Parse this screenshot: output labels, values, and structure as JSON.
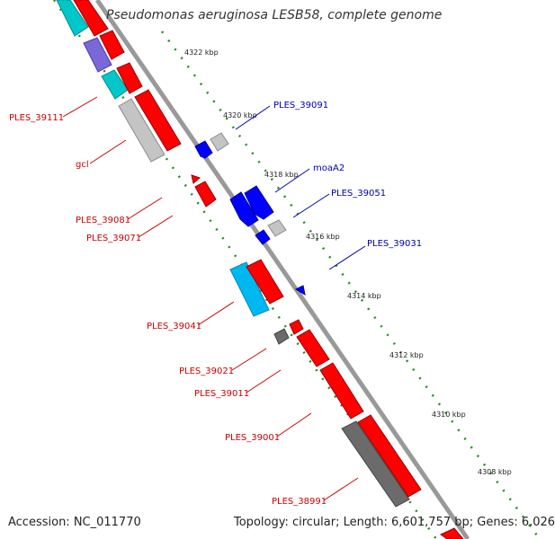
{
  "title": "Pseudomonas aeruginosa LESB58, complete genome",
  "footer": {
    "accession": "Accession: NC_011770",
    "summary": "Topology: circular; Length: 6,601,757 bp; Genes: 6,026"
  },
  "colors": {
    "forward_gene": "#ff0000",
    "reverse_gene": "#0000ff",
    "rna_cyan": "#00c8c8",
    "unknown_gray": "#bdbdbd",
    "purple": "#7b68d8",
    "label_red": "#cc0000",
    "label_blue": "#0000aa",
    "tick_green": "#228b22"
  },
  "kbp_ticks": [
    "4322 kbp",
    "4320 kbp",
    "4318 kbp",
    "4316 kbp",
    "4314 kbp",
    "4312 kbp",
    "4310 kbp",
    "4308 kbp"
  ],
  "labels_left": [
    "PLES_39111",
    "gcl",
    "PLES_39081",
    "PLES_39071",
    "PLES_39041",
    "PLES_39021",
    "PLES_39011",
    "PLES_39001",
    "PLES_38991"
  ],
  "labels_right": [
    "PLES_39091",
    "moaA2",
    "PLES_39051",
    "PLES_39031"
  ]
}
